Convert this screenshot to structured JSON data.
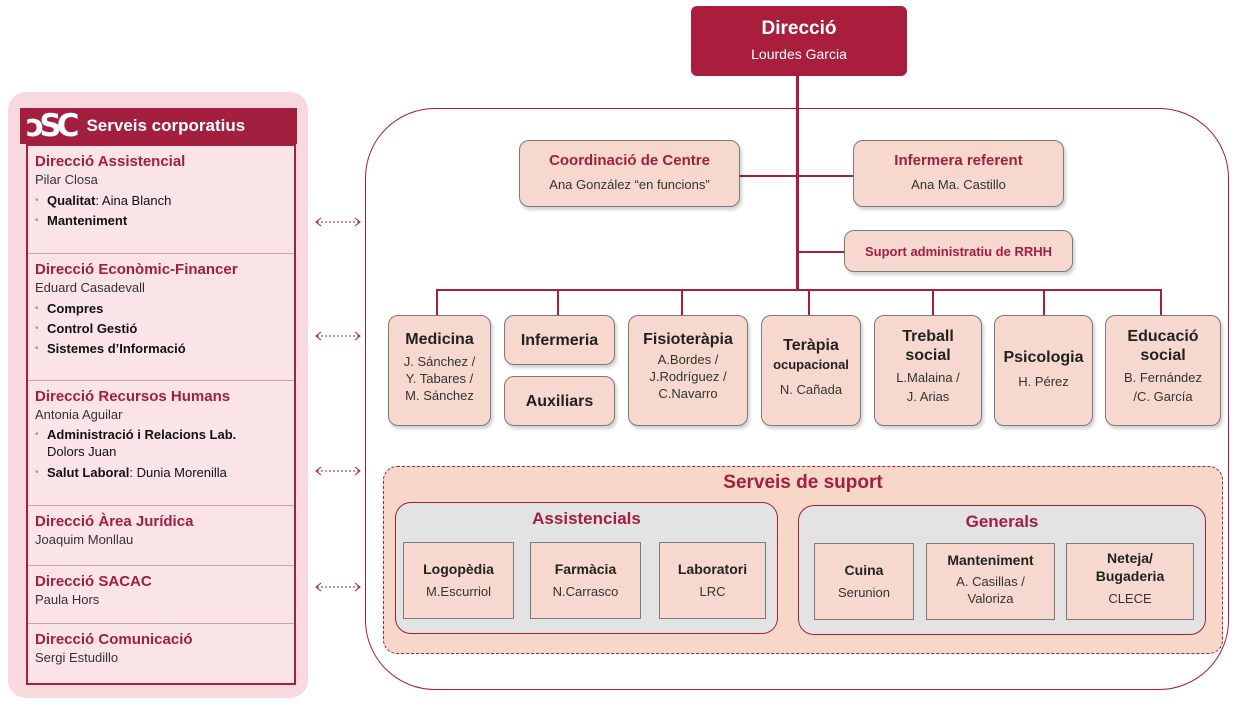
{
  "direccio": {
    "title": "Direcció",
    "name": "Lourdes Garcia"
  },
  "corporate": {
    "logo": "DSC",
    "title": "Serveis corporatius",
    "sections": [
      {
        "heading": "Direcció Assistencial",
        "person": "Pilar Closa",
        "items": [
          {
            "bold": "Qualitat",
            "rest": ": Aina Blanch"
          },
          {
            "bold": "Manteniment",
            "rest": ""
          }
        ]
      },
      {
        "heading": "Direcció Econòmic-Financer",
        "person": "Eduard Casadevall",
        "items": [
          {
            "bold": "Compres",
            "rest": ""
          },
          {
            "bold": "Control Gestió",
            "rest": ""
          },
          {
            "bold": "Sistemes d’Informació",
            "rest": ""
          }
        ]
      },
      {
        "heading": "Direcció Recursos  Humans",
        "person": "Antonia Aguilar",
        "items": [
          {
            "bold": "Administració i Relacions Lab.",
            "rest": "",
            "sub": "Dolors Juan"
          },
          {
            "bold": "Salut Laboral",
            "rest": ": Dunia Morenilla"
          }
        ]
      },
      {
        "heading": "Direcció Àrea Jurídica",
        "person": "Joaquim Monllau",
        "items": []
      },
      {
        "heading": "Direcció SACAC",
        "person": "Paula Hors",
        "items": []
      },
      {
        "heading": "Direcció Comunicació",
        "person": "Sergi Estudillo",
        "items": []
      }
    ]
  },
  "coordinacio": {
    "title": "Coordinació de Centre",
    "name": "Ana González “en funcions”"
  },
  "infermera": {
    "title": "Infermera referent",
    "name": "Ana Ma. Castillo"
  },
  "suport_rrhh": {
    "title": "Suport administratiu de RRHH"
  },
  "departments": {
    "medicina": {
      "title": "Medicina",
      "names": [
        "J. Sánchez /",
        "Y. Tabares /",
        "M. Sánchez"
      ]
    },
    "infermeria": {
      "title": "Infermeria"
    },
    "auxiliars": {
      "title": "Auxiliars"
    },
    "fisioterapia": {
      "title": "Fisioteràpia",
      "names": [
        "A.Bordes /",
        "J.Rodríguez /",
        "C.Navarro"
      ]
    },
    "terapia": {
      "title1": "Teràpia",
      "title2": "ocupacional",
      "names": [
        "N. Cañada"
      ]
    },
    "treball": {
      "title1": "Treball",
      "title2": "social",
      "names": [
        "L.Malaina /",
        "J. Arias"
      ]
    },
    "psicologia": {
      "title": "Psicologia",
      "names": [
        "H. Pérez"
      ]
    },
    "educacio": {
      "title1": "Educació",
      "title2": "social",
      "names": [
        "B. Fernández",
        "/C. García"
      ]
    }
  },
  "serveis_suport": {
    "title": "Serveis de suport",
    "assistencials": {
      "title": "Assistencials",
      "items": [
        {
          "title": "Logopèdia",
          "name": "M.Escurriol"
        },
        {
          "title": "Farmàcia",
          "name": "N.Carrasco"
        },
        {
          "title": "Laboratori",
          "name": "LRC"
        }
      ]
    },
    "generals": {
      "title": "Generals",
      "items": [
        {
          "title": "Cuina",
          "name": "Serunion"
        },
        {
          "title": "Manteniment",
          "name": "A. Casillas /",
          "name2": "Valoriza"
        },
        {
          "title": "Neteja/",
          "title2": "Bugaderia",
          "name": "CLECE"
        }
      ]
    }
  },
  "colors": {
    "accent": "#a81e3c",
    "node_fill": "#f6d8cf",
    "panel_fill": "#f7d9df"
  }
}
